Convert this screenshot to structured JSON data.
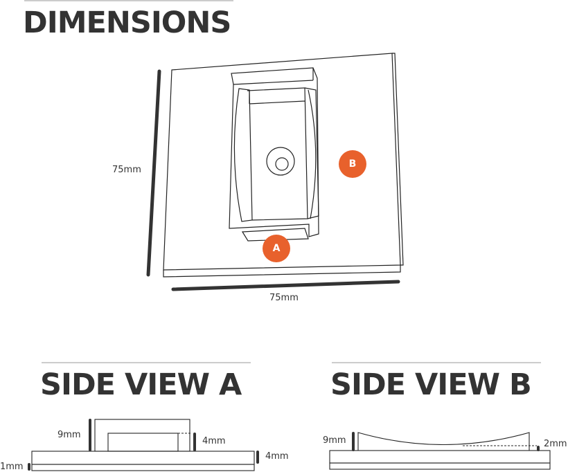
{
  "dimensions": {
    "title": "DIMENSIONS",
    "height_label": "75mm",
    "width_label": "75mm",
    "badge_a": "A",
    "badge_b": "B"
  },
  "side_view_a": {
    "title": "SIDE VIEW A",
    "height_total": "9mm",
    "inner_height": "4mm",
    "base_height": "4mm",
    "base_layer": "1mm"
  },
  "side_view_b": {
    "title": "SIDE VIEW B",
    "height_total": "9mm",
    "curve_depth": "2mm"
  },
  "colors": {
    "accent": "#e8612c",
    "text": "#333333",
    "line": "#222222"
  }
}
